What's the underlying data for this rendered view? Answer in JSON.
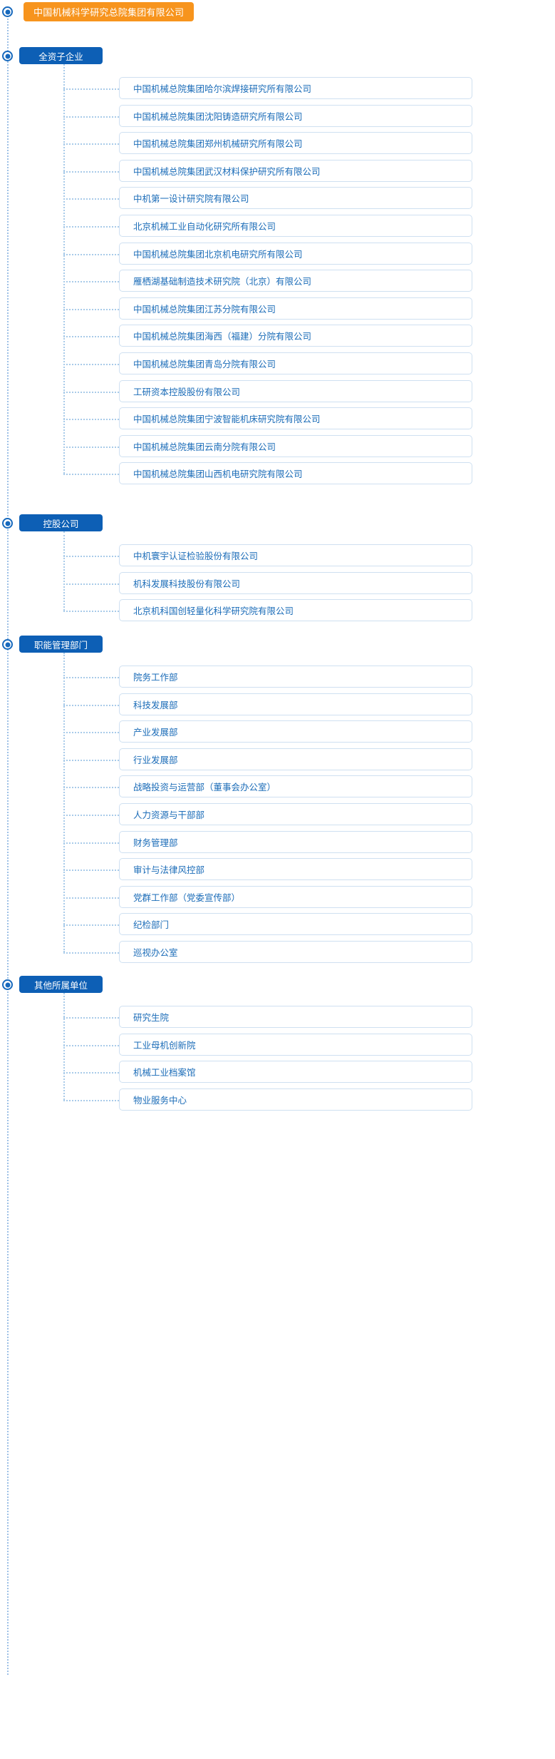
{
  "colors": {
    "root_bg": "#f7941d",
    "group_bg": "#0d5fb5",
    "leaf_text": "#1b6cb8",
    "leaf_border": "#cfe0f1",
    "connector": "#a9cbe9",
    "spine": "#9dc0e6",
    "marker": "#1769bd"
  },
  "root": {
    "label": "中国机械科学研究总院集团有限公司"
  },
  "groups": [
    {
      "label": "全资子企业",
      "items": [
        "中国机械总院集团哈尔滨焊接研究所有限公司",
        "中国机械总院集团沈阳铸造研究所有限公司",
        "中国机械总院集团郑州机械研究所有限公司",
        "中国机械总院集团武汉材料保护研究所有限公司",
        "中机第一设计研究院有限公司",
        "北京机械工业自动化研究所有限公司",
        "中国机械总院集团北京机电研究所有限公司",
        "雁栖湖基础制造技术研究院（北京）有限公司",
        "中国机械总院集团江苏分院有限公司",
        "中国机械总院集团海西（福建）分院有限公司",
        "中国机械总院集团青岛分院有限公司",
        "工研资本控股股份有限公司",
        "中国机械总院集团宁波智能机床研究院有限公司",
        "中国机械总院集团云南分院有限公司",
        "中国机械总院集团山西机电研究院有限公司"
      ]
    },
    {
      "label": "控股公司",
      "items": [
        "中机寰宇认证检验股份有限公司",
        "机科发展科技股份有限公司",
        "北京机科国创轻量化科学研究院有限公司"
      ]
    },
    {
      "label": "职能管理部门",
      "items": [
        "院务工作部",
        "科技发展部",
        "产业发展部",
        "行业发展部",
        "战略投资与运营部（董事会办公室）",
        "人力资源与干部部",
        "财务管理部",
        "审计与法律风控部",
        "党群工作部（党委宣传部）",
        "纪检部门",
        "巡视办公室"
      ]
    },
    {
      "label": "其他所属单位",
      "items": [
        "研究生院",
        "工业母机创新院",
        "机械工业档案馆",
        "物业服务中心"
      ]
    }
  ]
}
